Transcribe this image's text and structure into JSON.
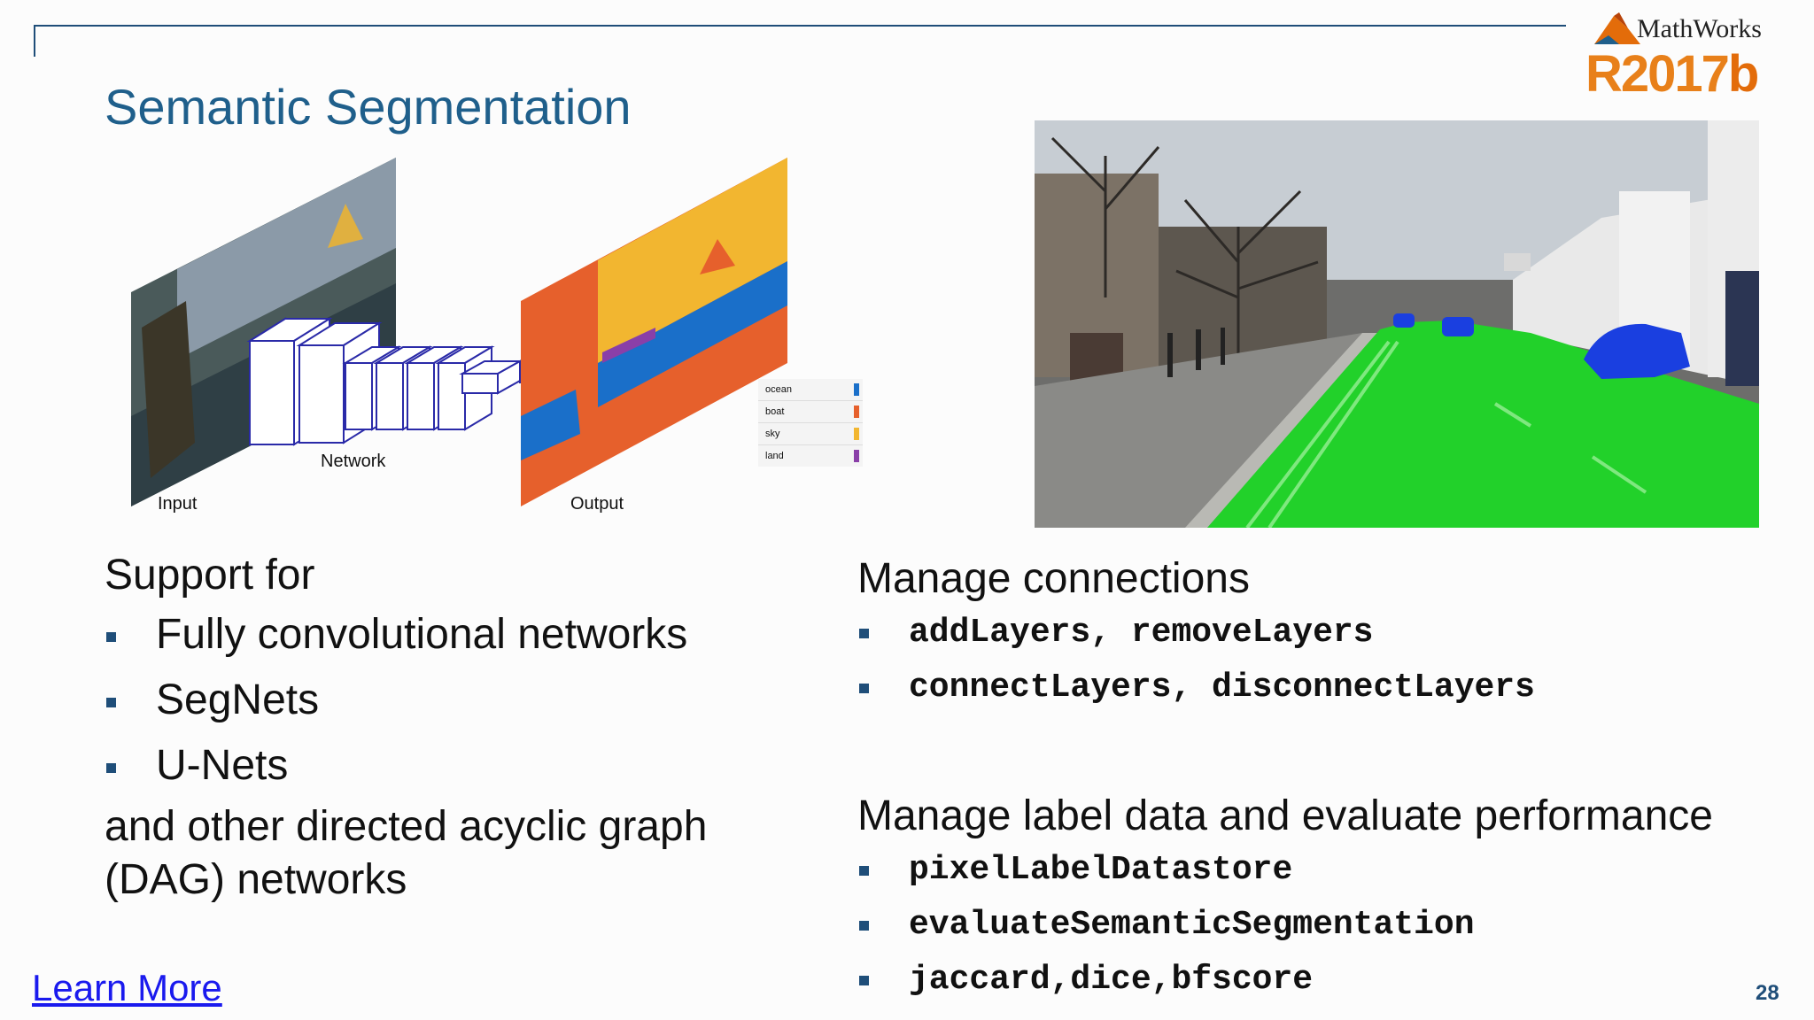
{
  "logo": {
    "brand": "MathWorks",
    "release_prefix": "R2017",
    "release_suffix": "b"
  },
  "title": "Semantic Segmentation",
  "diagram": {
    "input_label": "Input",
    "network_label": "Network",
    "output_label": "Output",
    "legend": [
      {
        "label": "ocean",
        "color": "#1a6fc9"
      },
      {
        "label": "boat",
        "color": "#e6602c"
      },
      {
        "label": "sky",
        "color": "#f2b630"
      },
      {
        "label": "land",
        "color": "#8a3fa8"
      }
    ],
    "colors": {
      "ocean": "#1a6fc9",
      "boat": "#e6602c",
      "sky": "#f2b630",
      "land": "#8a3fa8"
    }
  },
  "street_image": {
    "road_overlay_color": "#22d12a",
    "car_overlay_color": "#1a3fe0"
  },
  "left_column": {
    "lead": "Support for",
    "bullets": [
      "Fully convolutional networks",
      "SegNets",
      "U-Nets"
    ],
    "closing_line1": "and other directed acyclic graph",
    "closing_line2": "(DAG) networks"
  },
  "right_column": {
    "section1_title": "Manage connections",
    "section1_items": [
      "addLayers, removeLayers",
      "connectLayers, disconnectLayers"
    ],
    "section2_title": "Manage label data and evaluate performance",
    "section2_items": [
      "pixelLabelDatastore",
      "evaluateSemanticSegmentation",
      "jaccard,dice,bfscore"
    ]
  },
  "learn_more": "Learn More",
  "page_number": "28"
}
